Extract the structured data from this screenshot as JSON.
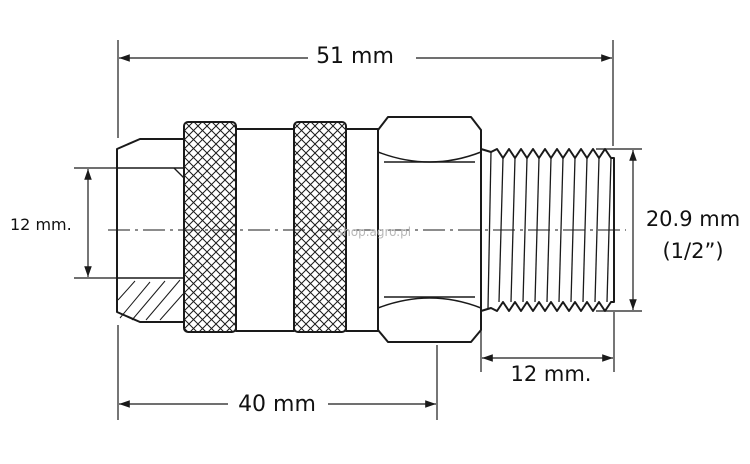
{
  "dimensions": {
    "overall_length": "51 mm",
    "socket_length": "40 mm",
    "inner_diameter": "12 mm.",
    "thread_length": "12 mm.",
    "thread_diameter": "20.9 mm",
    "thread_size": "(1/2”)"
  },
  "watermark": "shop.agro.pl",
  "colors": {
    "line": "#1a1a1a",
    "background": "#ffffff"
  }
}
